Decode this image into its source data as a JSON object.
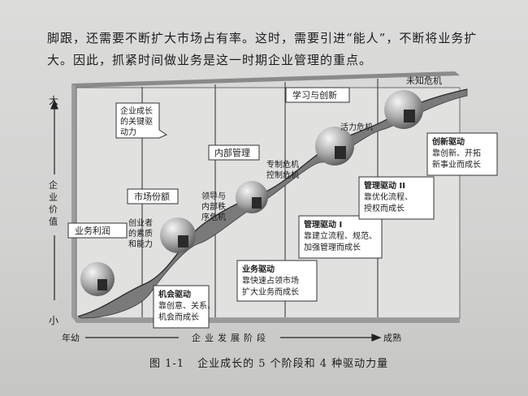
{
  "text": {
    "line1": "脚跟，还需要不断扩大市场占有率。这时，需要引进“能人”，不断将业务扩",
    "line2": "大。因此，抓紧时间做业务是这一时期企业管理的重点。"
  },
  "figure": {
    "y_axis": {
      "top": "大",
      "bottom": "小",
      "label": "企业价值"
    },
    "x_axis": {
      "start": "年幼",
      "middle": "企业发展阶段",
      "end": "成熟"
    },
    "stages": [
      "业务利润",
      "市场份额",
      "内部管理",
      "学习与创新",
      "未知危机"
    ],
    "callouts": {
      "key_drivers": "企业成长的关键驱动力",
      "entrepreneur": "创业者的素质和能力",
      "leader_crisis": "领导与内部秩序危机",
      "autocracy_crisis": "专制危机控制危机",
      "vitality_crisis": "活力危机"
    },
    "drivers": [
      {
        "title": "机会驱动",
        "body": "靠创意、关系、机会而成长"
      },
      {
        "title": "业务驱动",
        "body": "靠快速占领市场扩大业务而成长"
      },
      {
        "title": "管理驱动 I",
        "body": "靠建立流程、规范、加强管理而成长"
      },
      {
        "title": "管理驱动 II",
        "body": "靠优化流程、授权而成长"
      },
      {
        "title": "创新驱动",
        "body": "靠创新、开拓新事业而成长"
      }
    ],
    "caption": {
      "number": "图 1-1",
      "title": "企业成长的 5 个阶段和 4 种驱动力量"
    }
  }
}
